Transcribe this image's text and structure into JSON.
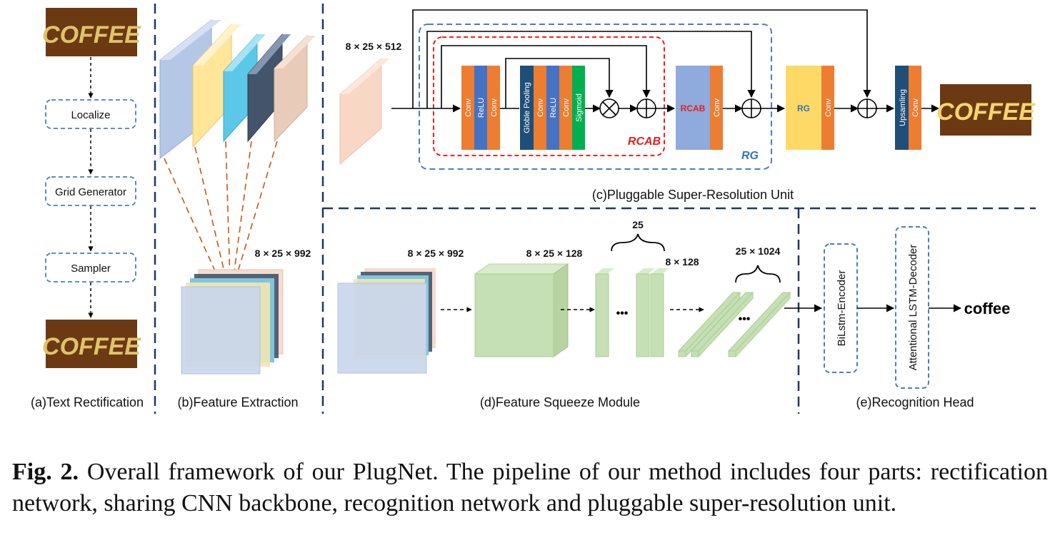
{
  "panels": {
    "a": {
      "caption": "(a)Text Rectification",
      "input_word": "COFFEE",
      "output_word": "COFFEE",
      "steps": [
        "Localize",
        "Grid Generator",
        "Sampler"
      ]
    },
    "b": {
      "caption": "(b)Feature Extraction",
      "fused_dim": "8 × 25 × 992"
    },
    "c": {
      "caption": "(c)Pluggable Super-Resolution Unit",
      "input_dim": "8 × 25 × 512",
      "rcab_block": [
        "Conv",
        "ReLU",
        "Conv"
      ],
      "ca_block": [
        "Globle Pooling",
        "Conv",
        "ReLU",
        "Conv",
        "Sigmoid"
      ],
      "rcab_tag": "RCAB",
      "rg_tag": "RG",
      "rcab_box": "RCAB",
      "rcab_box_conv": "Conv",
      "rg_box": "RG",
      "rg_box_conv": "Conv",
      "upsampling": "Upsamling",
      "upsampling_conv": "Conv",
      "output_word": "COFFEE"
    },
    "d": {
      "caption": "(d)Feature Squeeze Module",
      "dim_input": "8 × 25 × 992",
      "dim_conv": "8 × 25 × 128",
      "count_25": "25",
      "dim_slice": "8 × 128",
      "dim_seq": "25 × 1024",
      "ellipsis": "•••"
    },
    "e": {
      "caption": "(e)Recognition Head",
      "encoder": "BiLstm-Encoder",
      "decoder": "Attentional LSTM-Decoder",
      "prediction": "coffee"
    }
  },
  "caption": {
    "label": "Fig. 2.",
    "text": " Overall framework of our PlugNet. The pipeline of our method includes four parts: rectification network, sharing CNN backbone, recognition network and pluggable super-resolution unit."
  },
  "colors": {
    "conv": "#ED7D31",
    "relu": "#4472C4",
    "pool": "#1F4E79",
    "sigmoid": "#00B050",
    "rcab_box": "#8FAADC",
    "rg_box": "#FFD966",
    "red_dash": "#FF0000",
    "blue_dash": "#4A7EBB",
    "divider": "#1F3864",
    "feature_green": "#C5E0B4",
    "word_bg": "#6B3A12",
    "word_fg": "#E0C36A",
    "orange_dash": "#C55A11"
  }
}
